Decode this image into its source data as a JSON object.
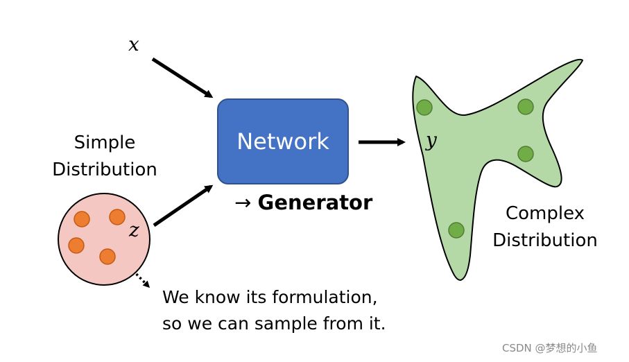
{
  "inputs": {
    "x_symbol": "x",
    "z_symbol": "z"
  },
  "network": {
    "label": "Network"
  },
  "generator": {
    "arrow": "→",
    "label": "Generator"
  },
  "output": {
    "y_symbol": "y"
  },
  "simple_distribution": {
    "line1": "Simple",
    "line2": "Distribution",
    "fill_color": "#f4c7c3",
    "dot_color": "#ed7d31"
  },
  "complex_distribution": {
    "line1": "Complex",
    "line2": "Distribution",
    "fill_color": "#b4d9a7",
    "dot_color": "#70ad47"
  },
  "note": {
    "line1": "We know its formulation,",
    "line2": "so we can sample from it."
  },
  "watermark": {
    "text": "CSDN @梦想的小鱼"
  },
  "colors": {
    "network_fill": "#4472c4",
    "network_border": "#2f528f",
    "arrow": "#000000"
  }
}
